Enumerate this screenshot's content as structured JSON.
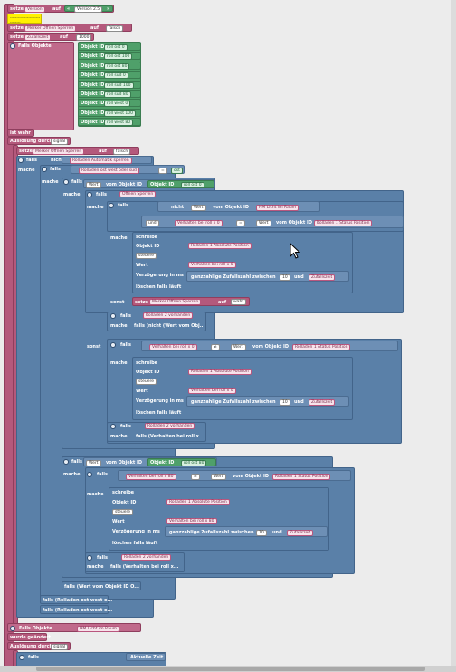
{
  "top": {
    "setze": "setze",
    "version_var": "Version",
    "auf": "auf",
    "quote": "«",
    "version_val": "Version 2.5",
    "quote2": "»",
    "comment": "-------------------------------",
    "setze2": "setze",
    "merker_var": "Merker Offnen Sperren",
    "auf2": "auf",
    "falsch": "falsch",
    "setze3": "setze",
    "zufall_var": "Zufallszeit",
    "auf3": "auf",
    "zufall_val": "1000"
  },
  "trigger1": {
    "falls_objekte": "Falls Objekte",
    "objekt_id": "Objekt ID",
    "ids": [
      "roll ost 0",
      "roll ost 100",
      "roll ost 80",
      "roll süd 0",
      "roll süd 100",
      "roll süd 80",
      "roll west 0",
      "roll west 100",
      "roll west 80"
    ],
    "ist_wahr": "ist wahr",
    "ausloesung": "Auslösung durch",
    "signal": "signal"
  },
  "body": {
    "setze": "setze",
    "merker_var": "Merker Offnen Sperren",
    "auf": "auf",
    "falsch": "falsch",
    "falls": "falls",
    "nicht": "nicht",
    "rolladen_auto": "Rolladen Automatik sperren",
    "mache": "mache",
    "rolladen_ost": "Rolladen ost west oder süd",
    "eq": "=",
    "ost_val": "ost",
    "wert": "Wert",
    "vom_objekt_id": "vom Objekt ID",
    "objekt_id": "Objekt ID",
    "roll_ost_0": "roll ost 0",
    "offnen_sperren": "Offnen Sperren",
    "hm_licht": "HM Licht im Raum",
    "und": "und",
    "verhalten_0": "Verhalten bei roll x 0",
    "rolladen_status": "Rolladen 1 Status Position",
    "schreibe": "schreibe",
    "rolladen_abs": "Rolladen 1 Absolute Position",
    "steuere": "steuere",
    "wert_label": "Wert",
    "verzoegerung": "Verzögerung in ms",
    "ganzzahlige": "ganzzahlige Zufallszahl zwischen",
    "zehn": "10",
    "zufallszeit": "Zufallszeit",
    "loeschen": "löschen falls läuft",
    "sonst": "sonst",
    "wahr": "wahr",
    "rolladen2": "Rolladen 2 vorhanden",
    "falls_nicht_wert": "falls (nicht (Wert vom Obj...",
    "neq": "≠",
    "falls_verhalten": "falls (Verhalten bei roll x...",
    "roll_ost_80": "roll ost 80",
    "verhalten_80": "Verhalten bei roll x 80",
    "falls_wert_objekt": "falls (Wert vom Objekt ID O...",
    "falls_rolladen_1": "falls (Rolladen ost west o...",
    "falls_rolladen_2": "falls (Rolladen ost west o..."
  },
  "trigger2": {
    "falls_objekte": "Falls Objekte",
    "hm_licht": "HM Licht im Raum",
    "wurde_geaendert": "wurde geändert",
    "ausloesung": "Auslösung durch",
    "signal": "signal",
    "falls": "falls",
    "aktuelle_zeit": "Aktuelle Zeit"
  }
}
